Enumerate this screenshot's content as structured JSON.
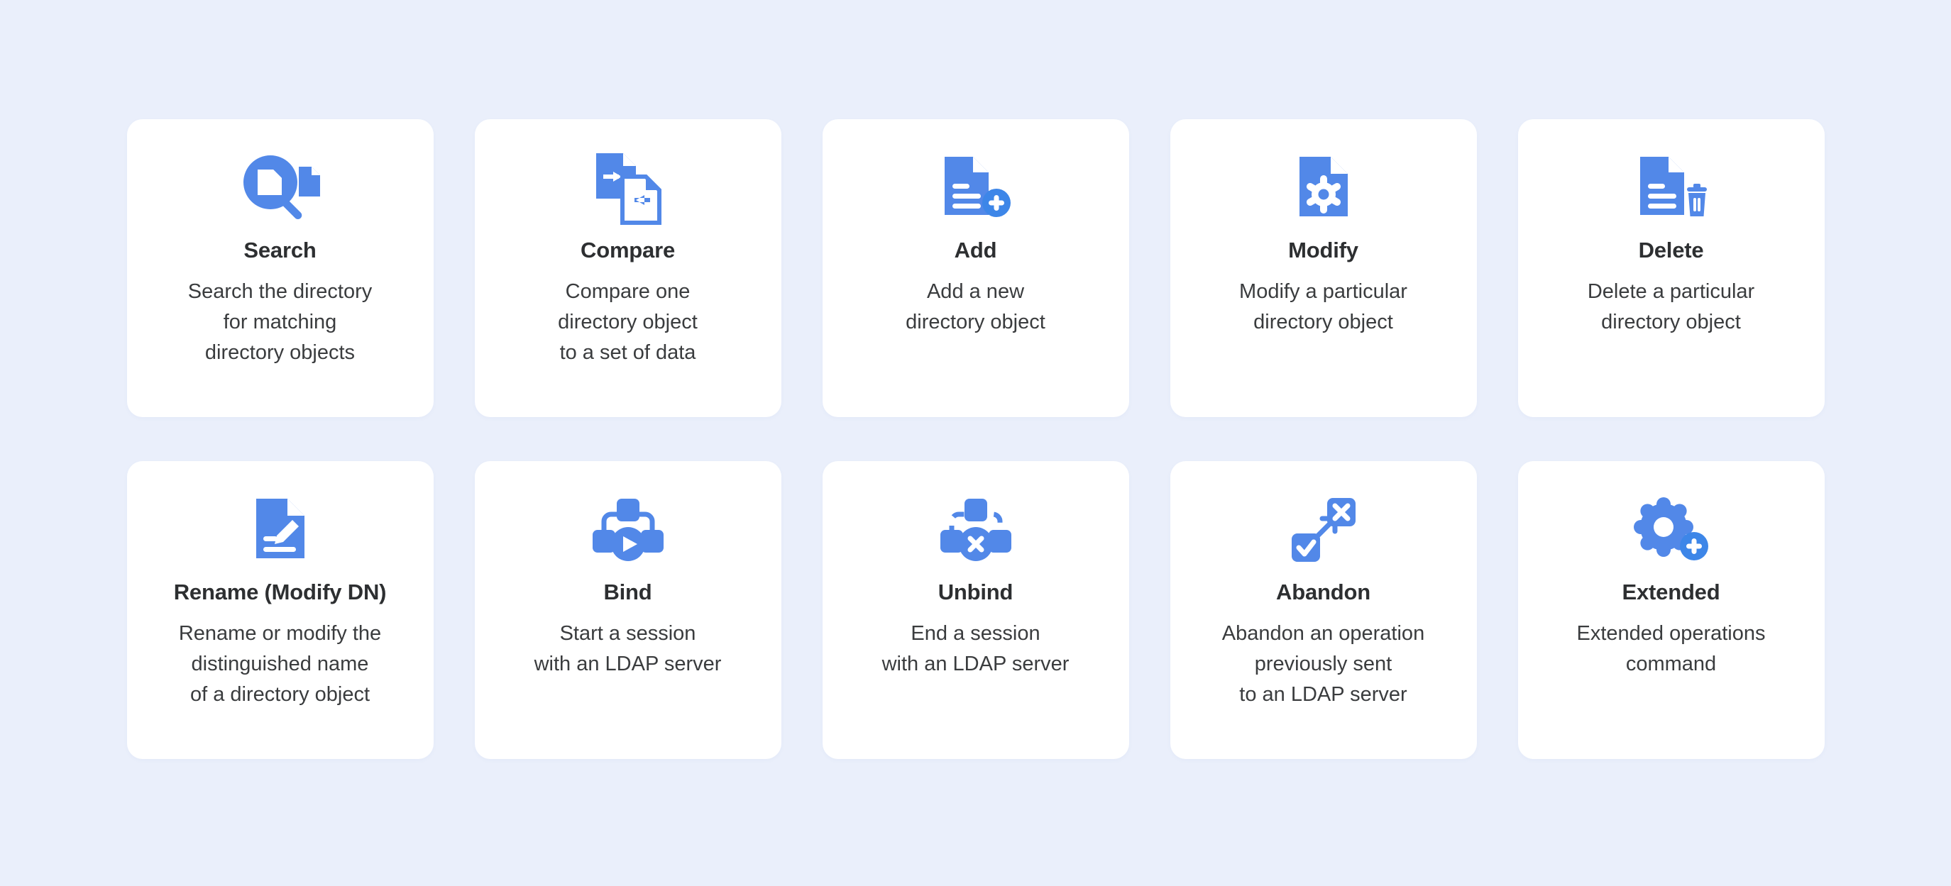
{
  "page": {
    "background_color": "#eaeffb",
    "card_background_color": "#ffffff",
    "accent_color": "#5288e8",
    "title_color": "#2d2f31",
    "description_color": "#3a3c3e"
  },
  "cards": [
    {
      "icon": "search-documents-icon",
      "title": "Search",
      "description": "Search the directory\nfor matching\ndirectory objects"
    },
    {
      "icon": "compare-documents-icon",
      "title": "Compare",
      "description": "Compare one\ndirectory object\nto a set of data"
    },
    {
      "icon": "document-plus-icon",
      "title": "Add",
      "description": "Add a new\ndirectory object"
    },
    {
      "icon": "document-gear-icon",
      "title": "Modify",
      "description": "Modify a particular\ndirectory object"
    },
    {
      "icon": "document-trash-icon",
      "title": "Delete",
      "description": "Delete a particular\ndirectory object"
    },
    {
      "icon": "document-pencil-icon",
      "title": "Rename (Modify DN)",
      "description": "Rename or modify the\ndistinguished name\nof a directory object"
    },
    {
      "icon": "hierarchy-play-icon",
      "title": "Bind",
      "description": "Start a session\nwith an LDAP server"
    },
    {
      "icon": "hierarchy-disconnect-icon",
      "title": "Unbind",
      "description": "End a session\nwith an LDAP server"
    },
    {
      "icon": "check-arrow-cancel-icon",
      "title": "Abandon",
      "description": "Abandon an operation\npreviously sent\nto an LDAP server"
    },
    {
      "icon": "gear-plus-icon",
      "title": "Extended",
      "description": "Extended operations\ncommand"
    }
  ]
}
